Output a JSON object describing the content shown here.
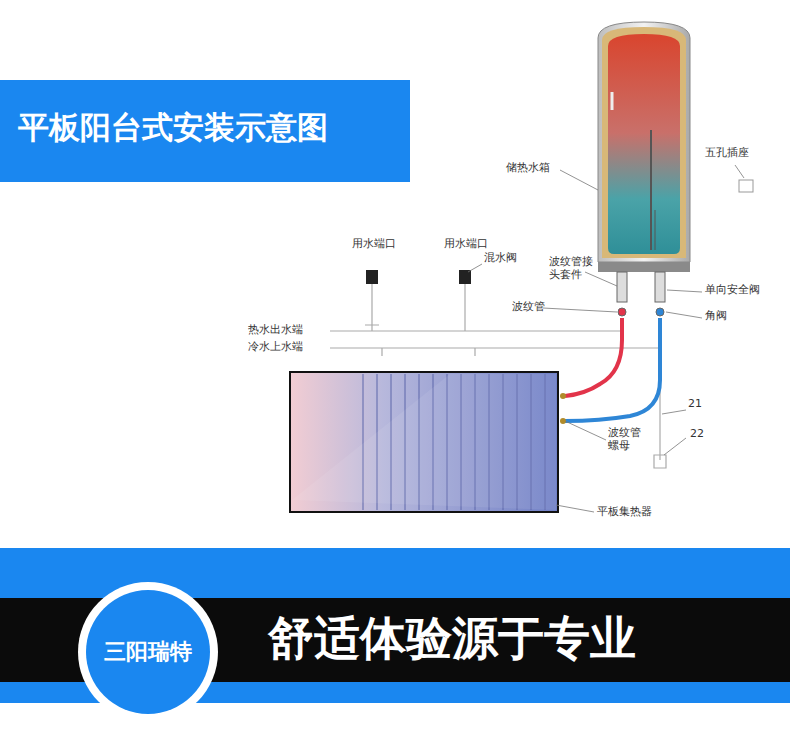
{
  "diagram": {
    "title": "平板阳台式安装示意图",
    "caption": "舒适体验源于专业",
    "nodes": [
      {
        "text": [
          "三阳瑞特"
        ]
      }
    ],
    "labels": [
      "储热水箱",
      "五孔插座",
      "用水端口",
      "用水端口",
      "混水阀",
      "波纹管接头套件",
      "波纹管",
      "单向安全阀",
      "角阀",
      "热水出水端",
      "冷水上水端",
      "21",
      "波纹管螺母",
      "22",
      "平板集热器"
    ]
  }
}
